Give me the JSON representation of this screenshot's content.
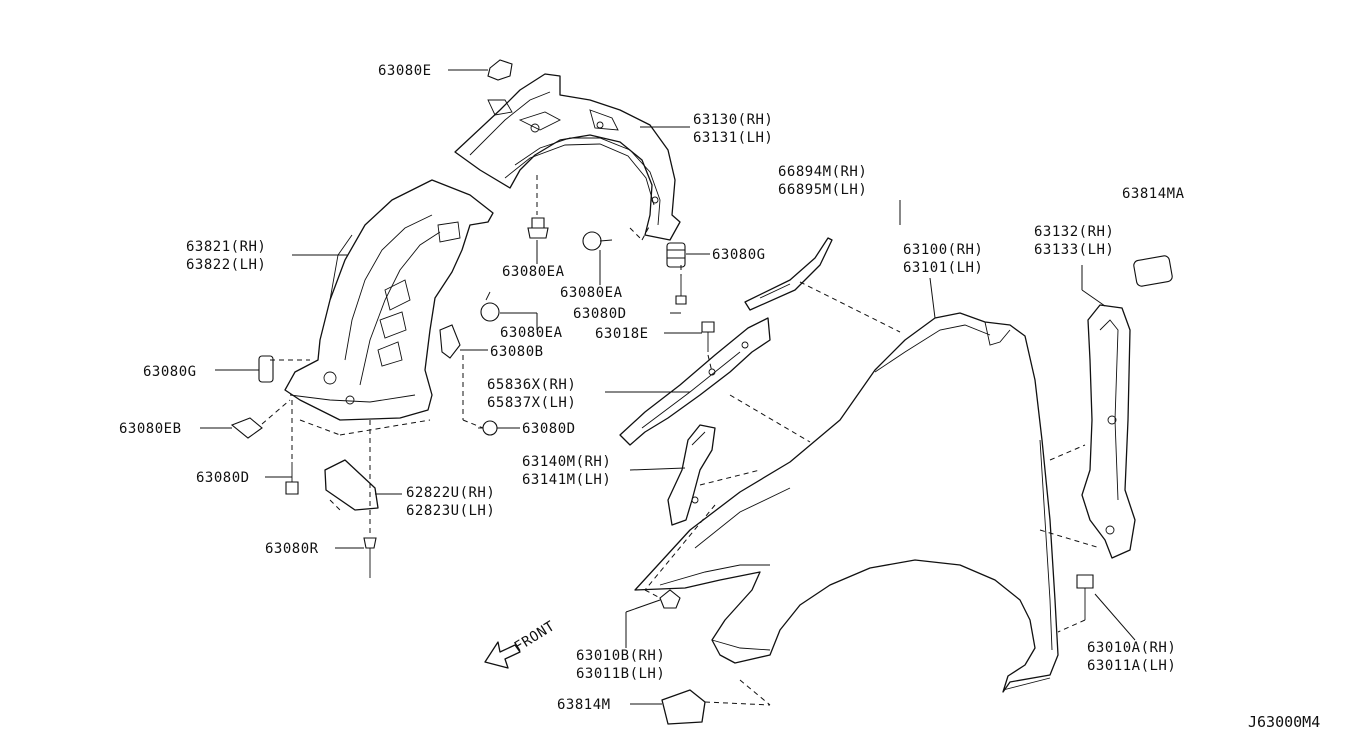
{
  "diagram": {
    "code": "J63000M4",
    "front_label": "FRONT"
  },
  "labels": {
    "l63080e": "63080E",
    "l63130": "63130(RH)",
    "l63131": "63131(LH)",
    "l66894": "66894M(RH)",
    "l66895": "66895M(LH)",
    "l63814ma": "63814MA",
    "l63821": "63821(RH)",
    "l63822": "63822(LH)",
    "l63080ea_1": "63080EA",
    "l63080g_1": "63080G",
    "l63100": "63100(RH)",
    "l63101": "63101(LH)",
    "l63132": "63132(RH)",
    "l63133": "63133(LH)",
    "l63080ea_2": "63080EA",
    "l63080d_1": "63080D",
    "l63080ea_3": "63080EA",
    "l63018e": "63018E",
    "l63080b": "63080B",
    "l63080g_2": "63080G",
    "l65836": "65836X(RH)",
    "l65837": "65837X(LH)",
    "l63080eb": "63080EB",
    "l63080d_2": "63080D",
    "l63140": "63140M(RH)",
    "l63141": "63141M(LH)",
    "l63080d_3": "63080D",
    "l62822": "62822U(RH)",
    "l62823": "62823U(LH)",
    "l63080r": "63080R",
    "l63010b": "63010B(RH)",
    "l63011b": "63011B(LH)",
    "l63010a": "63010A(RH)",
    "l63011a": "63011A(LH)",
    "l63814m": "63814M"
  }
}
